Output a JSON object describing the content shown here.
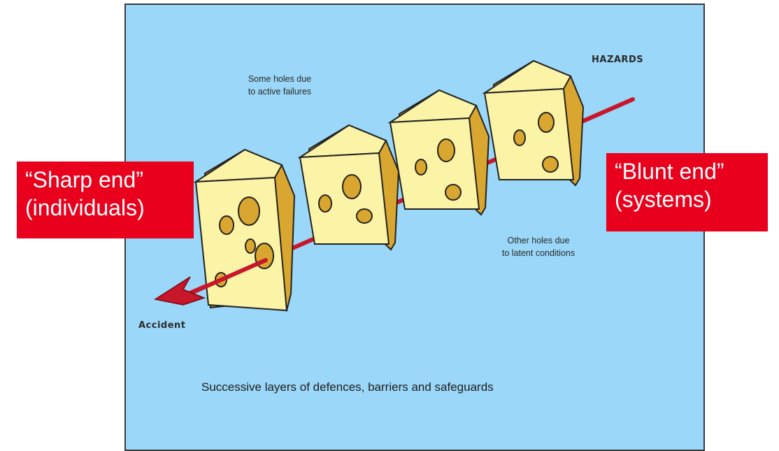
{
  "labels": {
    "hazards": "HAZARDS",
    "active_failures": [
      "Some holes due",
      "to active failures"
    ],
    "latent_conditions": [
      "Other holes due",
      "to latent conditions"
    ],
    "accident": "Accident",
    "caption": "Successive layers of defences, barriers and safeguards"
  },
  "callouts": {
    "sharp_end": [
      "“Sharp end”",
      "(individuals)"
    ],
    "blunt_end": [
      "“Blunt end”",
      "(systems)"
    ]
  },
  "colors": {
    "background": "#9ad7f8",
    "cheese_face": "#fbf3a6",
    "cheese_side": "#d9a630",
    "arrow": "#c8162a",
    "callout": "#e8001c"
  }
}
